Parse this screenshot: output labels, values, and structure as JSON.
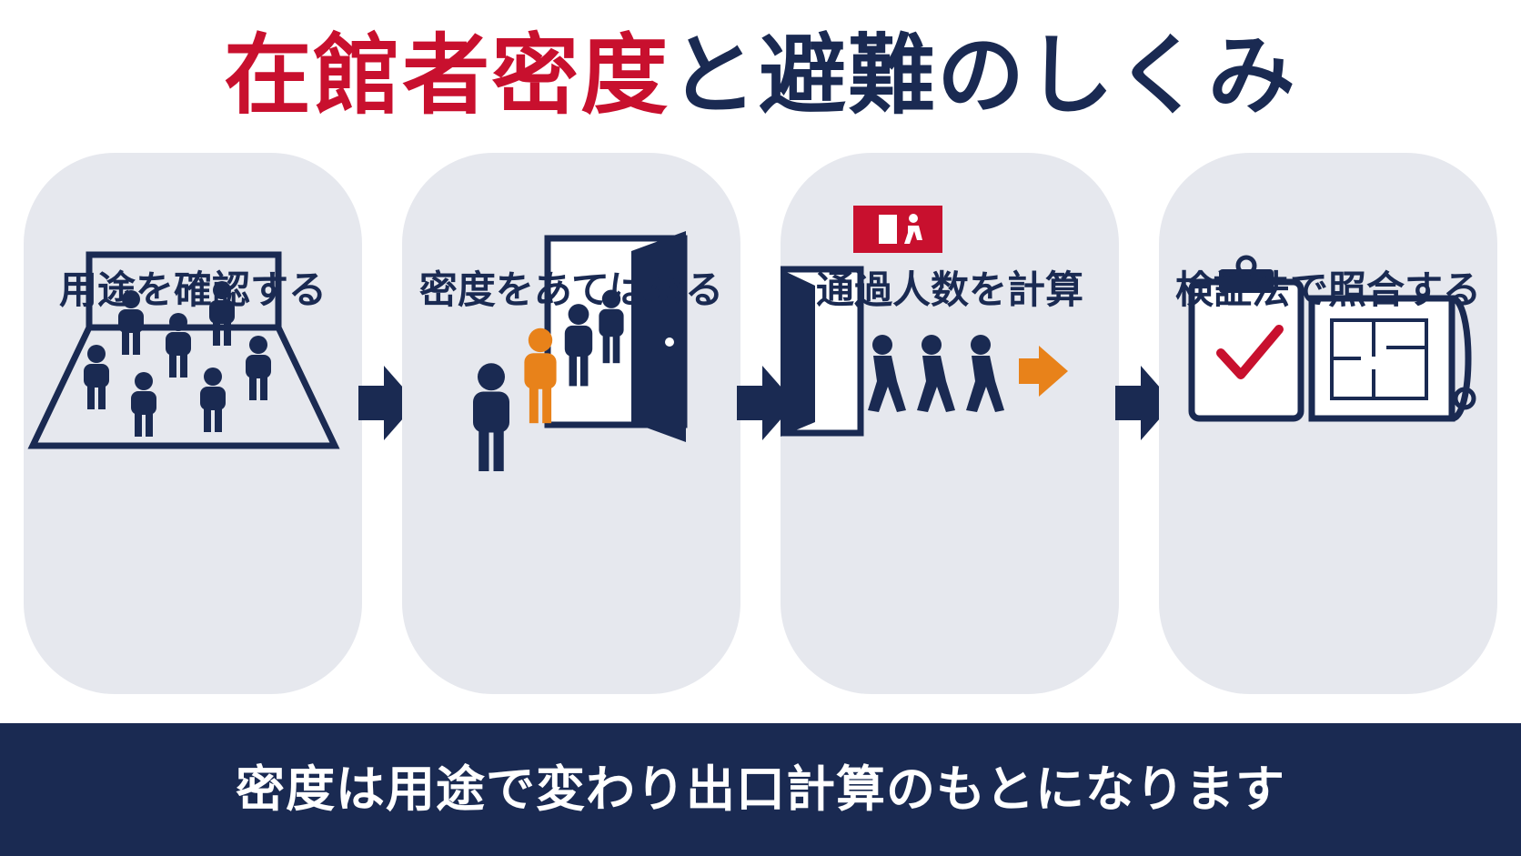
{
  "title": {
    "part1": "在館者密度",
    "part2": "と避難のしくみ"
  },
  "steps": [
    {
      "label": "用途を確認する"
    },
    {
      "label": "密度をあてはめる"
    },
    {
      "label": "通過人数を計算"
    },
    {
      "label": "検証法で照合する"
    }
  ],
  "banner": {
    "text": "密度は用途で変わり出口計算のもとになります"
  },
  "colors": {
    "navy": "#1a2a52",
    "red": "#c8102e",
    "orange": "#e8821a",
    "card": "#e6e8ee"
  },
  "icons": [
    "room-crowd-icon",
    "door-entry-icon",
    "emergency-exit-icon",
    "clipboard-blueprint-icon",
    "arrow-right-icon"
  ]
}
